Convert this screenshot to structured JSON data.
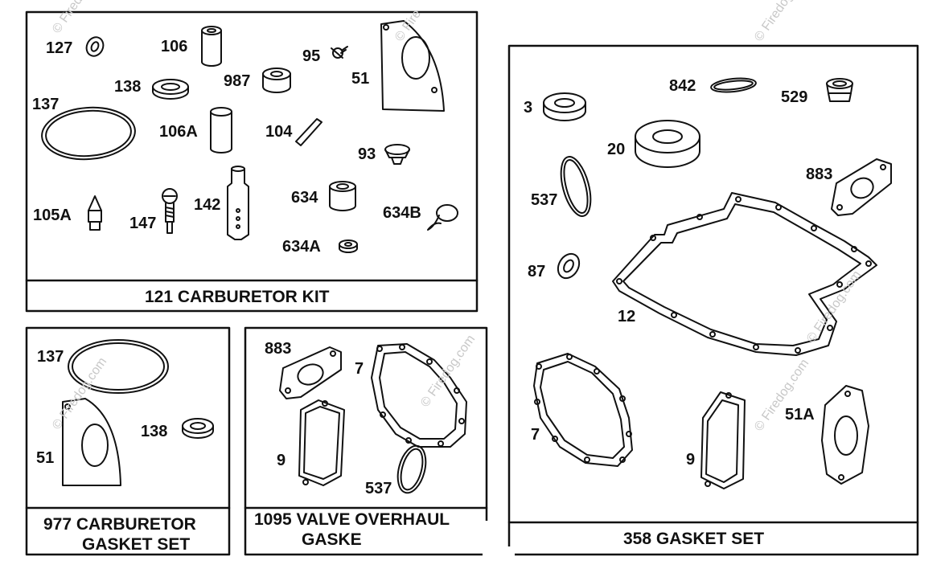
{
  "watermark": "© Firedog.com",
  "watermark_short": "© Fire",
  "panels": {
    "carburetor_kit": {
      "title": "121 CARBURETOR KIT",
      "parts": {
        "p127": "127",
        "p106": "106",
        "p95": "95",
        "p51": "51",
        "p138": "138",
        "p987": "987",
        "p137": "137",
        "p106a": "106A",
        "p104": "104",
        "p93": "93",
        "p105a": "105A",
        "p147": "147",
        "p142": "142",
        "p634": "634",
        "p634b": "634B",
        "p634a": "634A"
      }
    },
    "carburetor_gasket_set": {
      "title_line1": "977 CARBURETOR",
      "title_line2": "GASKET SET",
      "parts": {
        "p137": "137",
        "p51": "51",
        "p138": "138"
      }
    },
    "valve_overhaul": {
      "title_line1": "1095 VALVE OVERHAUL",
      "title_line2": "GASKE",
      "parts": {
        "p883": "883",
        "p7": "7",
        "p9": "9",
        "p537": "537"
      }
    },
    "gasket_set": {
      "title": "358 GASKET SET",
      "parts": {
        "p3": "3",
        "p842": "842",
        "p529": "529",
        "p20": "20",
        "p883": "883",
        "p537": "537",
        "p87": "87",
        "p12": "12",
        "p7": "7",
        "p9": "9",
        "p51a": "51A"
      }
    }
  }
}
